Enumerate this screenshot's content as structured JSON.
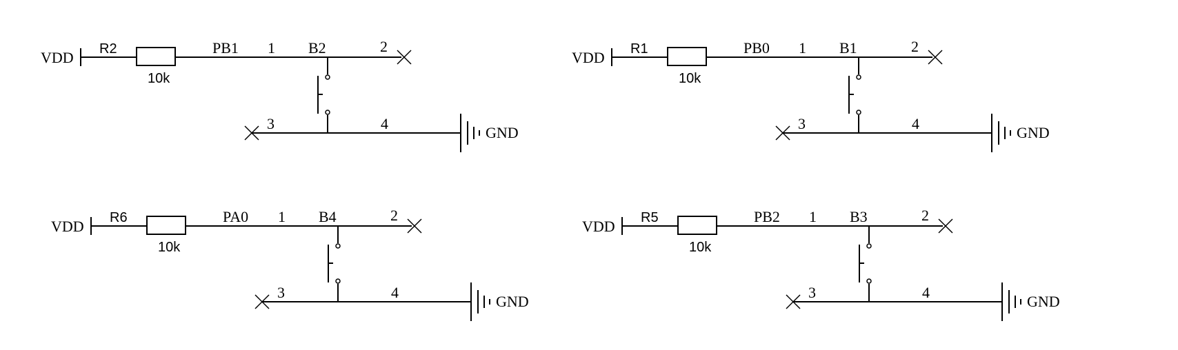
{
  "circuits": [
    {
      "supply": "VDD",
      "resistor": "R2",
      "value": "10k",
      "net": "PB1",
      "pin1": "1",
      "switch": "B2",
      "pin2": "2",
      "pin3": "3",
      "pin4": "4",
      "ground": "GND"
    },
    {
      "supply": "VDD",
      "resistor": "R1",
      "value": "10k",
      "net": "PB0",
      "pin1": "1",
      "switch": "B1",
      "pin2": "2",
      "pin3": "3",
      "pin4": "4",
      "ground": "GND"
    },
    {
      "supply": "VDD",
      "resistor": "R6",
      "value": "10k",
      "net": "PA0",
      "pin1": "1",
      "switch": "B4",
      "pin2": "2",
      "pin3": "3",
      "pin4": "4",
      "ground": "GND"
    },
    {
      "supply": "VDD",
      "resistor": "R5",
      "value": "10k",
      "net": "PB2",
      "pin1": "1",
      "switch": "B3",
      "pin2": "2",
      "pin3": "3",
      "pin4": "4",
      "ground": "GND"
    }
  ]
}
